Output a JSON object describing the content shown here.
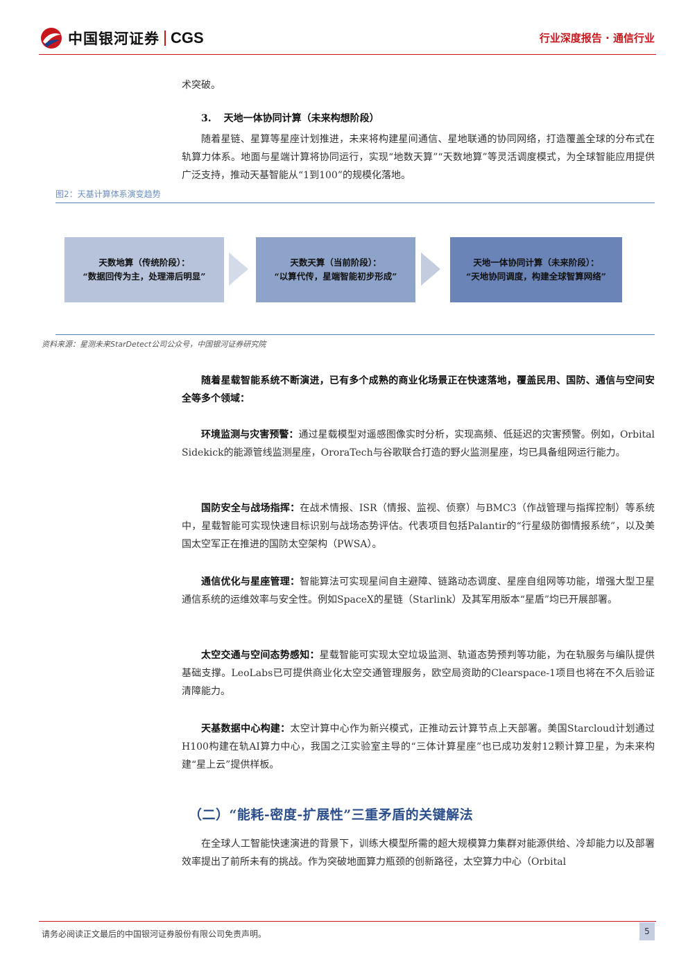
{
  "header": {
    "brand_cn": "中国银河证券",
    "brand_en": "CGS",
    "report_type": "行业深度报告 · 通信行业"
  },
  "paragraphs": {
    "p0": "术突破。",
    "section3_num": "3.",
    "section3_title": "天地一体协同计算（未来构想阶段）",
    "p1": "随着星链、星算等星座计划推进，未来将构建星间通信、星地联通的协同网络，打造覆盖全球的分布式在轨算力体系。地面与星端计算将协同运行，实现“地数天算”“天数地算”等灵活调度模式，为全球智能应用提供广泛支持，推动天基智能从“1到100”的规模化落地。"
  },
  "figure": {
    "title": "图2：天基计算体系演变趋势",
    "stages": [
      {
        "line1": "天数地算（传统阶段）：",
        "line2": "“数据回传为主，处理滞后明显”"
      },
      {
        "line1": "天数天算（当前阶段）：",
        "line2": "“以算代传，星端智能初步形成”"
      },
      {
        "line1": "天地一体协同计算（未来阶段）：",
        "line2": "“天地协同调度，构建全球智算网络”"
      }
    ],
    "source": "资料来源：星测未来StarDetect公司公众号，中国银河证券研究院"
  },
  "body": {
    "intro": "随着星载智能系统不断演进，已有多个成熟的商业化场景正在快速落地，覆盖民用、国防、通信与空间安全等多个领域：",
    "items": [
      {
        "title": "环境监测与灾害预警：",
        "text": "通过星载模型对遥感图像实时分析，实现高频、低延迟的灾害预警。例如，Orbital Sidekick的能源管线监测星座，OroraTech与谷歌联合打造的野火监测星座，均已具备组网运行能力。"
      },
      {
        "title": "国防安全与战场指挥：",
        "text": "在战术情报、ISR（情报、监视、侦察）与BMC3（作战管理与指挥控制）等系统中，星载智能可实现快速目标识别与战场态势评估。代表项目包括Palantir的“行星级防御情报系统”，以及美国太空军正在推进的国防太空架构（PWSA）。"
      },
      {
        "title": "通信优化与星座管理：",
        "text": "智能算法可实现星间自主避障、链路动态调度、星座自组网等功能，增强大型卫星通信系统的运维效率与安全性。例如SpaceX的星链（Starlink）及其军用版本“星盾”均已开展部署。"
      },
      {
        "title": "太空交通与空间态势感知：",
        "text": "星载智能可实现太空垃圾监测、轨道态势预判等功能，为在轨服务与编队提供基础支撑。LeoLabs已可提供商业化太空交通管理服务，欧空局资助的Clearspace-1项目也将在不久后验证清障能力。"
      },
      {
        "title": "天基数据中心构建：",
        "text": "太空计算中心作为新兴模式，正推动云计算节点上天部署。美国Starcloud计划通过H100构建在轨AI算力中心，我国之江实验室主导的“三体计算星座”也已成功发射12颗计算卫星，为未来构建“星上云”提供样板。"
      }
    ]
  },
  "subsection": {
    "title": "（二）“能耗-密度-扩展性”三重矛盾的关键解法",
    "text": "在全球人工智能快速演进的背景下，训练大模型所需的超大规模算力集群对能源供给、冷却能力以及部署效率提出了前所未有的挑战。作为突破地面算力瓶颈的创新路径，太空算力中心（Orbital"
  },
  "footer": {
    "disclaimer": "请务必阅读正文最后的中国银河证券股份有限公司免责声明。",
    "page": "5"
  },
  "colors": {
    "brand_red": "#c8161d",
    "accent_blue": "#2c4f8c"
  }
}
